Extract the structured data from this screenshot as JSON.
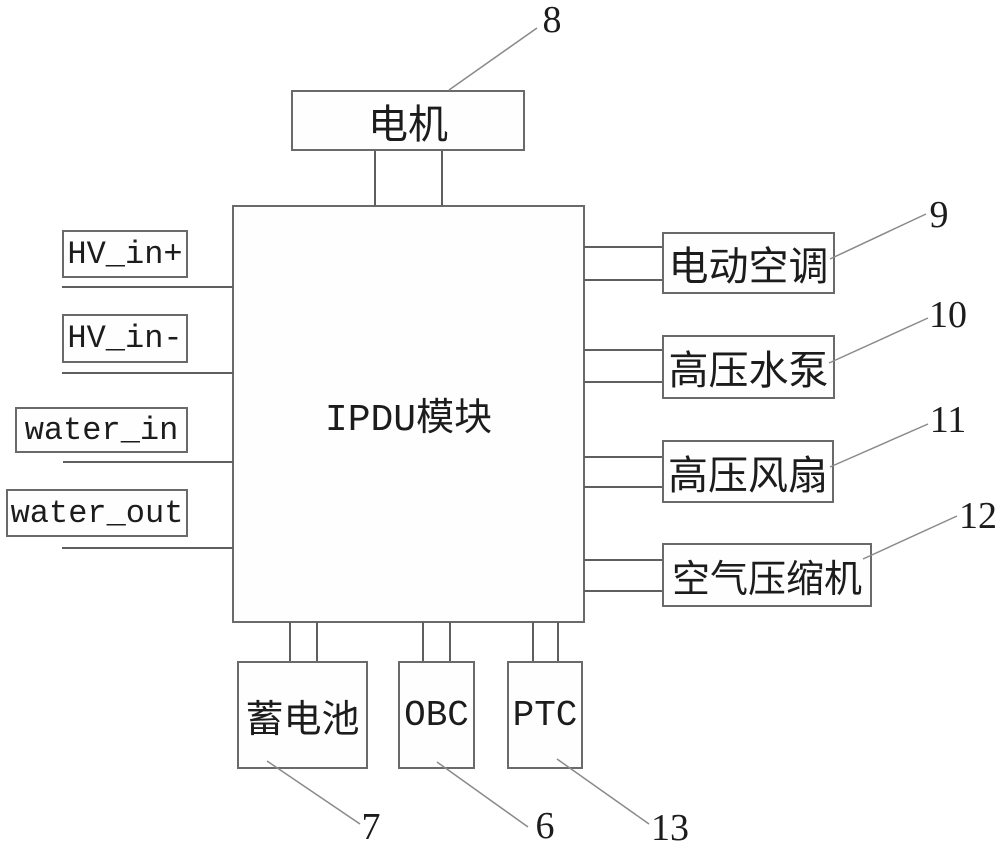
{
  "diagram": {
    "center_box": {
      "label": "IPDU模块"
    },
    "top_box": {
      "label": "电机",
      "ref": "8"
    },
    "left_ports": [
      {
        "label": "HV_in+"
      },
      {
        "label": "HV_in-"
      },
      {
        "label": "water_in"
      },
      {
        "label": "water_out"
      }
    ],
    "right_components": [
      {
        "label": "电动空调",
        "ref": "9"
      },
      {
        "label": "高压水泵",
        "ref": "10"
      },
      {
        "label": "高压风扇",
        "ref": "11"
      },
      {
        "label": "空气压缩机",
        "ref": "12"
      }
    ],
    "bottom_components": [
      {
        "label": "蓄电池",
        "ref": "7"
      },
      {
        "label": "OBC",
        "ref": "6"
      },
      {
        "label": "PTC",
        "ref": "13"
      }
    ],
    "colors": {
      "background": "#ffffff",
      "box_border": "#6a6a6a",
      "connector_line": "#5f5f5f",
      "leader_line": "#8a8a8a",
      "text": "#1c1c1c"
    }
  }
}
